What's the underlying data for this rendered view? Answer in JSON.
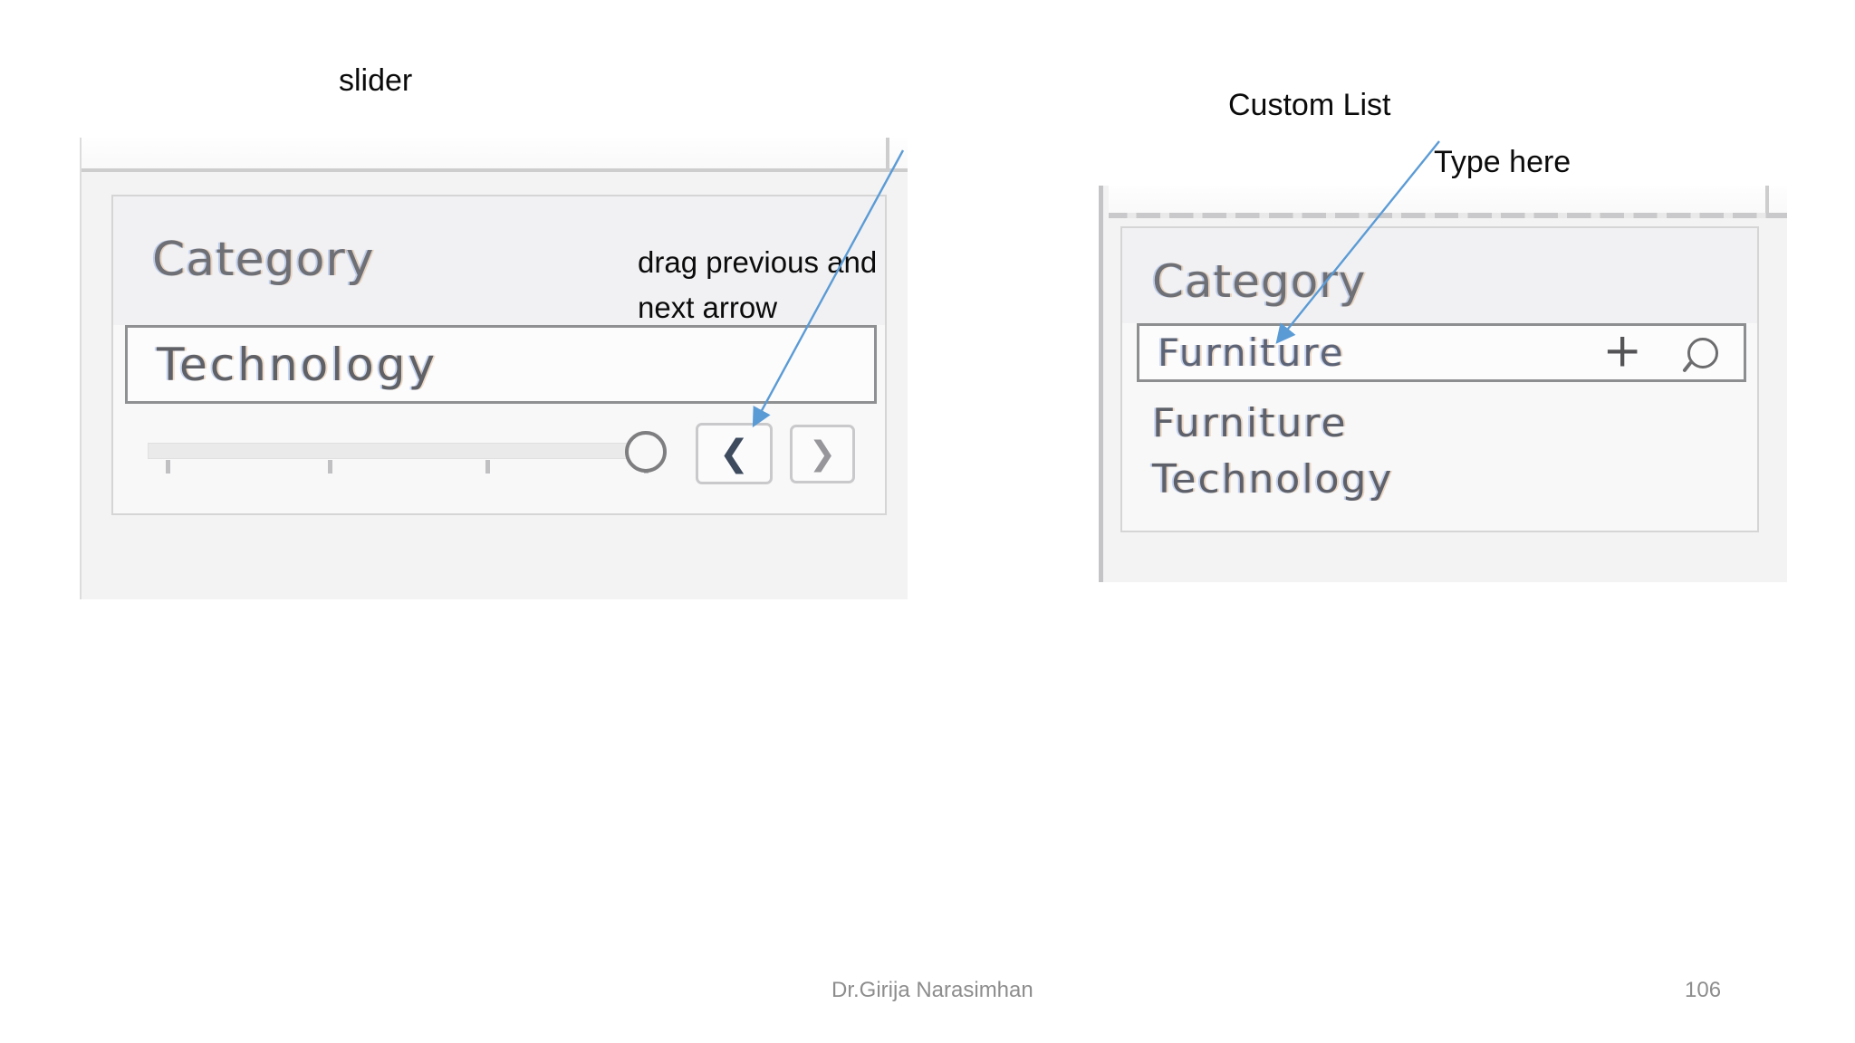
{
  "annotations": {
    "slider_label": "slider",
    "custom_list_label": "Custom List",
    "type_here_label": "Type here",
    "drag_label_line1": "drag previous and",
    "drag_label_line2": "next arrow"
  },
  "slider_panel": {
    "title": "Category",
    "value": "Technology",
    "prev_icon": "❮",
    "next_icon": "❯"
  },
  "custom_list_panel": {
    "title": "Category",
    "search_value": "Furniture",
    "add_icon": "+",
    "items": [
      "Furniture",
      "Technology"
    ]
  },
  "footer": {
    "author": "Dr.Girija Narasimhan",
    "page_number": "106"
  },
  "colors": {
    "annotation_arrow": "#5b9bd5",
    "prev_chevron": "#3e4b5e",
    "next_chevron": "#97979b"
  }
}
